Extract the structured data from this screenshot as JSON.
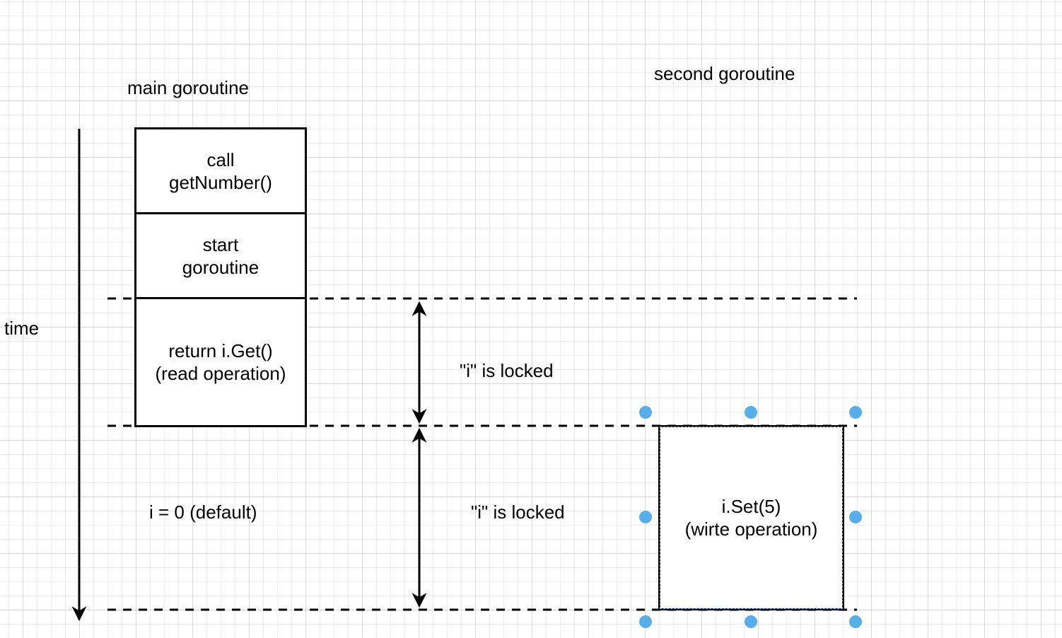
{
  "labels": {
    "main_goroutine": "main goroutine",
    "second_goroutine": "second goroutine",
    "time": "time",
    "default_value": "i = 0 (default)",
    "locked_1": "\"i\" is locked",
    "locked_2": "\"i\" is locked"
  },
  "main_steps": [
    {
      "text": "call\ngetNumber()"
    },
    {
      "text": "start\ngoroutine"
    },
    {
      "text": "return i.Get()\n(read operation)"
    }
  ],
  "second_step": {
    "text": "i.Set(5)\n(wirte operation)"
  },
  "colors": {
    "line": "#000000",
    "selection": "#5aaee8",
    "grid": "#d6d6d6"
  }
}
